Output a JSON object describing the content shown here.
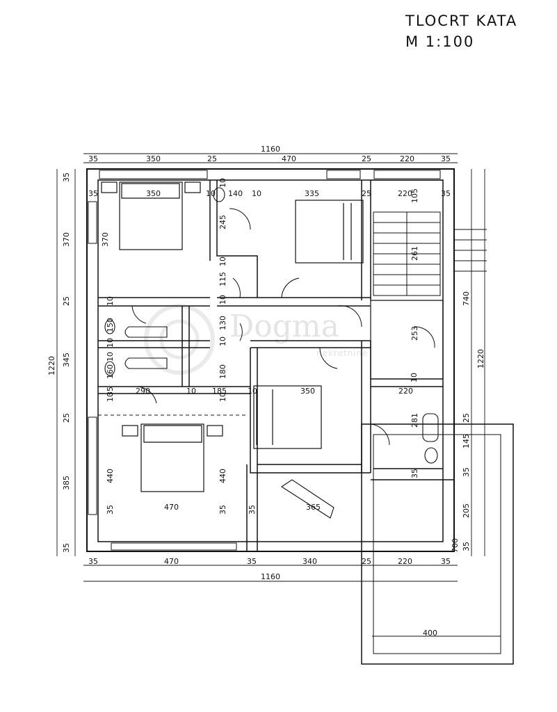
{
  "header": {
    "title": "TLOCRT KATA",
    "scale": "M 1:100"
  },
  "watermark": {
    "brand": "Dogma",
    "sub": "nekretnine"
  },
  "dimensions": {
    "top_total": "1160",
    "top_row": [
      "35",
      "350",
      "25",
      "470",
      "25",
      "220",
      "35"
    ],
    "inner_top": [
      "35",
      "350",
      "10",
      "140",
      "10",
      "335",
      "25",
      "220",
      "35"
    ],
    "bottom_row": [
      "35",
      "470",
      "35",
      "340",
      "25",
      "220",
      "35"
    ],
    "bottom_total": "1160",
    "left_outer": [
      "35",
      "370",
      "25",
      "345",
      "25",
      "385",
      "35"
    ],
    "left_total": "1220",
    "right_outer": [
      "740",
      "1220"
    ],
    "right_inner": [
      "105",
      "25",
      "145",
      "35",
      "205",
      "35",
      "700"
    ],
    "terrace": "400",
    "rooms": [
      "370",
      "245",
      "115",
      "130",
      "180",
      "150",
      "160",
      "290",
      "10",
      "185",
      "10",
      "350",
      "220",
      "261",
      "253",
      "281",
      "440",
      "440",
      "470",
      "365",
      "10",
      "10",
      "10",
      "10",
      "10",
      "10",
      "10",
      "10",
      "10",
      "10",
      "35",
      "35",
      "35",
      "35",
      "35"
    ]
  }
}
